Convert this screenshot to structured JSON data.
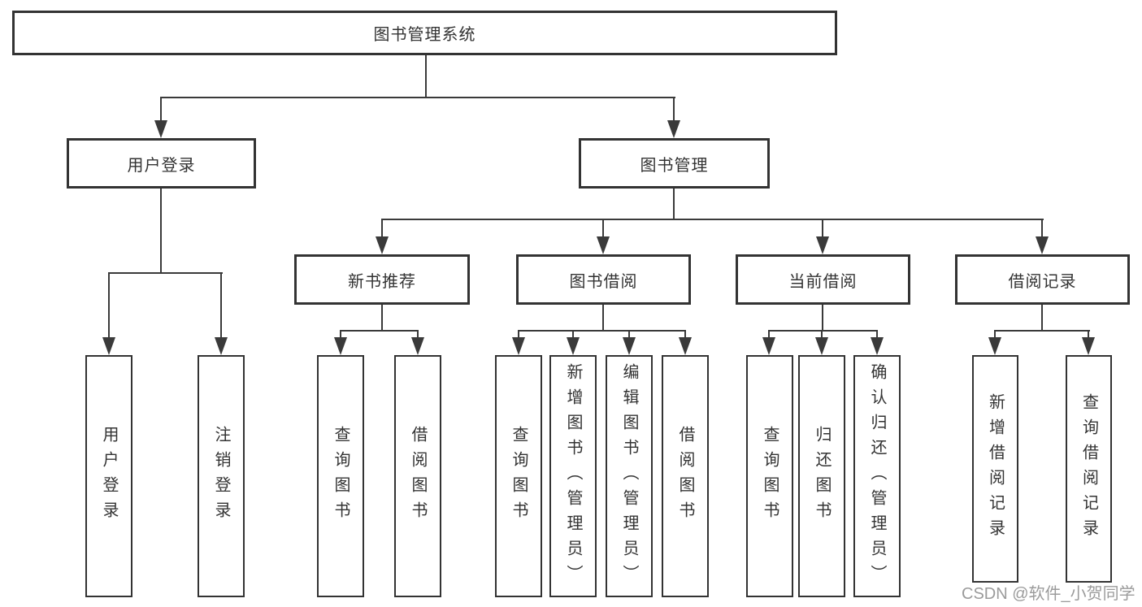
{
  "tree": {
    "label": "图书管理系统",
    "children": [
      {
        "label": "用户登录",
        "children": [
          {
            "label": "用户登录"
          },
          {
            "label": "注销登录"
          }
        ]
      },
      {
        "label": "图书管理",
        "children": [
          {
            "label": "新书推荐",
            "children": [
              {
                "label": "查询图书"
              },
              {
                "label": "借阅图书"
              }
            ]
          },
          {
            "label": "图书借阅",
            "children": [
              {
                "label": "查询图书"
              },
              {
                "label": "新增图书（管理员）"
              },
              {
                "label": "编辑图书（管理员）"
              },
              {
                "label": "借阅图书"
              }
            ]
          },
          {
            "label": "当前借阅",
            "children": [
              {
                "label": "查询图书"
              },
              {
                "label": "归还图书"
              },
              {
                "label": "确认归还（管理员）"
              }
            ]
          },
          {
            "label": "借阅记录",
            "children": [
              {
                "label": "新增借阅记录"
              },
              {
                "label": "查询借阅记录"
              }
            ]
          }
        ]
      }
    ]
  },
  "watermark": "CSDN @软件_小贺同学",
  "colors": {
    "line": "#3a3a3a",
    "box_border": "#333333",
    "text": "#333333",
    "watermark_text": "#9b9b9b",
    "background": "#ffffff"
  }
}
